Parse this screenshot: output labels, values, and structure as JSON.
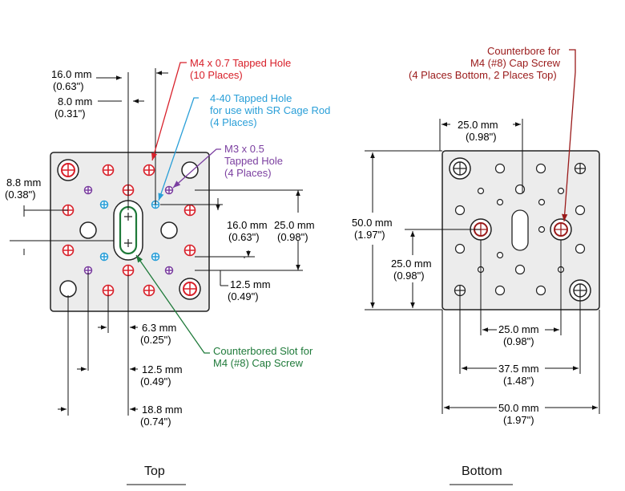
{
  "top": {
    "title": "Top",
    "dims": {
      "d16": [
        "16.0 mm",
        "(0.63\")"
      ],
      "d8": [
        "8.0 mm",
        "(0.31\")"
      ],
      "d88": [
        "8.8 mm",
        "(0.38\")"
      ],
      "d16v": [
        "16.0 mm",
        "(0.63\")"
      ],
      "d25v": [
        "25.0 mm",
        "(0.98\")"
      ],
      "d125v": [
        "12.5 mm",
        "(0.49\")"
      ],
      "d63": [
        "6.3 mm",
        "(0.25\")"
      ],
      "d125h": [
        "12.5 mm",
        "(0.49\")"
      ],
      "d188": [
        "18.8 mm",
        "(0.74\")"
      ]
    },
    "callouts": {
      "m4": [
        "M4 x 0.7 Tapped Hole",
        "(10 Places)"
      ],
      "cage": [
        "4-40 Tapped Hole",
        "for use with SR Cage Rod",
        "(4 Places)"
      ],
      "m3": [
        "M3 x 0.5",
        "Tapped Hole",
        "(4 Places)"
      ],
      "slot": [
        "Counterbored Slot for",
        "M4 (#8) Cap Screw"
      ]
    }
  },
  "bottom": {
    "title": "Bottom",
    "callout": [
      "Counterbore for",
      "M4 (#8) Cap Screw",
      "(4 Places Bottom, 2 Places Top)"
    ],
    "dims": {
      "w25top": [
        "25.0 mm",
        "(0.98\")"
      ],
      "h50": [
        "50.0 mm",
        "(1.97\")"
      ],
      "h25": [
        "25.0 mm",
        "(0.98\")"
      ],
      "w25": [
        "25.0 mm",
        "(0.98\")"
      ],
      "w375": [
        "37.5 mm",
        "(1.48\")"
      ],
      "w50": [
        "50.0 mm",
        "(1.97\")"
      ]
    }
  },
  "colors": {
    "m4": "#d8202a",
    "cage": "#2a9fd8",
    "m3": "#7b3fa0",
    "slot": "#1f7a3a",
    "counterbore": "#9a1a1a"
  }
}
